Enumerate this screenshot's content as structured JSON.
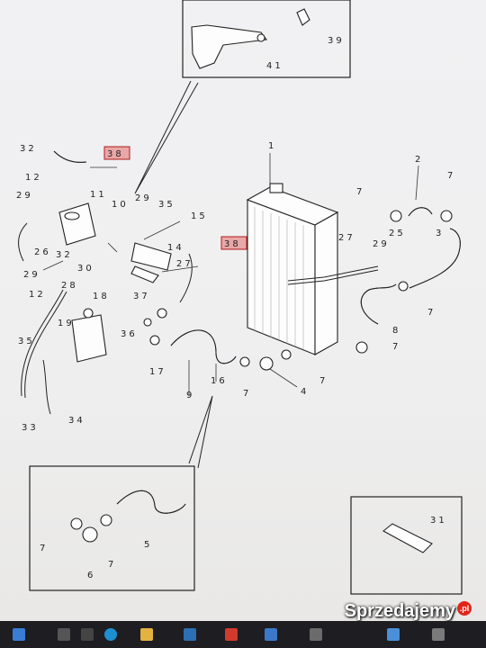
{
  "callouts": {
    "c1": "1",
    "c2": "2",
    "c3": "3",
    "c4": "4",
    "c5": "5",
    "c6": "6",
    "c7": "7",
    "c8": "8",
    "c9": "9",
    "c10": "10",
    "c11": "11",
    "c12": "12",
    "c14": "14",
    "c15": "15",
    "c16": "16",
    "c17": "17",
    "c18": "18",
    "c19": "19",
    "c25": "25",
    "c26": "26",
    "c27": "27",
    "c28": "28",
    "c29": "29",
    "c30": "30",
    "c31": "31",
    "c32": "32",
    "c33": "33",
    "c34": "34",
    "c35": "35",
    "c36": "36",
    "c37": "37",
    "c38": "38",
    "c39": "39",
    "c41": "41"
  },
  "watermark": {
    "text": "Sprzedajemy",
    "badge": ".pl"
  },
  "taskbar": {
    "icons": [
      "windows-start-icon",
      "search-icon",
      "task-view-icon",
      "edge-icon",
      "explorer-icon",
      "store-icon",
      "acrobat-icon",
      "app-icon",
      "app-icon",
      "app-icon",
      "app-icon"
    ]
  }
}
